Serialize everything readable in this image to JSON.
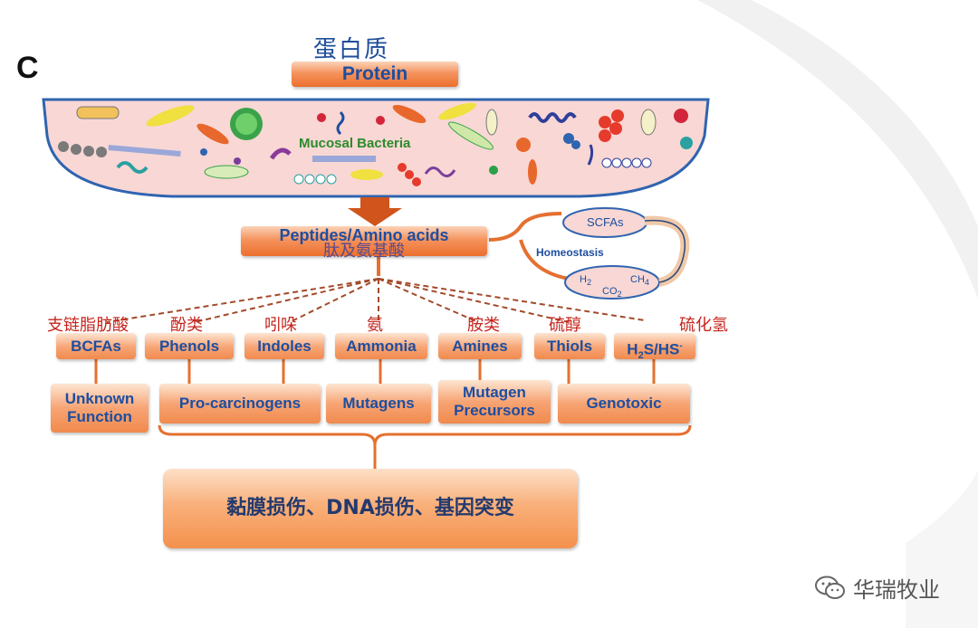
{
  "panel_letter": "C",
  "top": {
    "chinese": "蛋白质",
    "protein": "Protein"
  },
  "bowl": {
    "label": "Mucosal Bacteria"
  },
  "middle": {
    "peptides": "Peptides/Amino acids",
    "peptides_cn": "肽及氨基酸"
  },
  "homeostasis": {
    "label": "Homeostasis",
    "scfas": "SCFAs",
    "h2": "H",
    "h2_sub": "2",
    "co2": "CO",
    "co2_sub": "2",
    "ch4": "CH",
    "ch4_sub": "4"
  },
  "categories": [
    {
      "cn": "支链脂肪酸",
      "en": "BCFAs"
    },
    {
      "cn": "酚类",
      "en": "Phenols"
    },
    {
      "cn": "吲哚",
      "en": "Indoles"
    },
    {
      "cn": "氨",
      "en": "Ammonia"
    },
    {
      "cn": "胺类",
      "en": "Amines"
    },
    {
      "cn": "硫醇",
      "en": "Thiols"
    },
    {
      "cn": "硫化氢",
      "en_main": "H",
      "en_sub": "2",
      "en_rest": "S/HS",
      "en_sup": "-"
    }
  ],
  "effects": {
    "unknown": [
      "Unknown",
      "Function"
    ],
    "procarcinogens": "Pro-carcinogens",
    "mutagens": "Mutagens",
    "mutagen_precursors": [
      "Mutagen",
      "Precursors"
    ],
    "genotoxic": "Genotoxic"
  },
  "outcome": "黏膜损伤、DNA损伤、基因突变",
  "watermark": "华瑞牧业",
  "colors": {
    "blue_text": "#1e4ea0",
    "red_text": "#c6241c",
    "orange": "#ec6f2d",
    "bowl_fill": "#f8d7d4",
    "bowl_stroke": "#2f64b0"
  }
}
